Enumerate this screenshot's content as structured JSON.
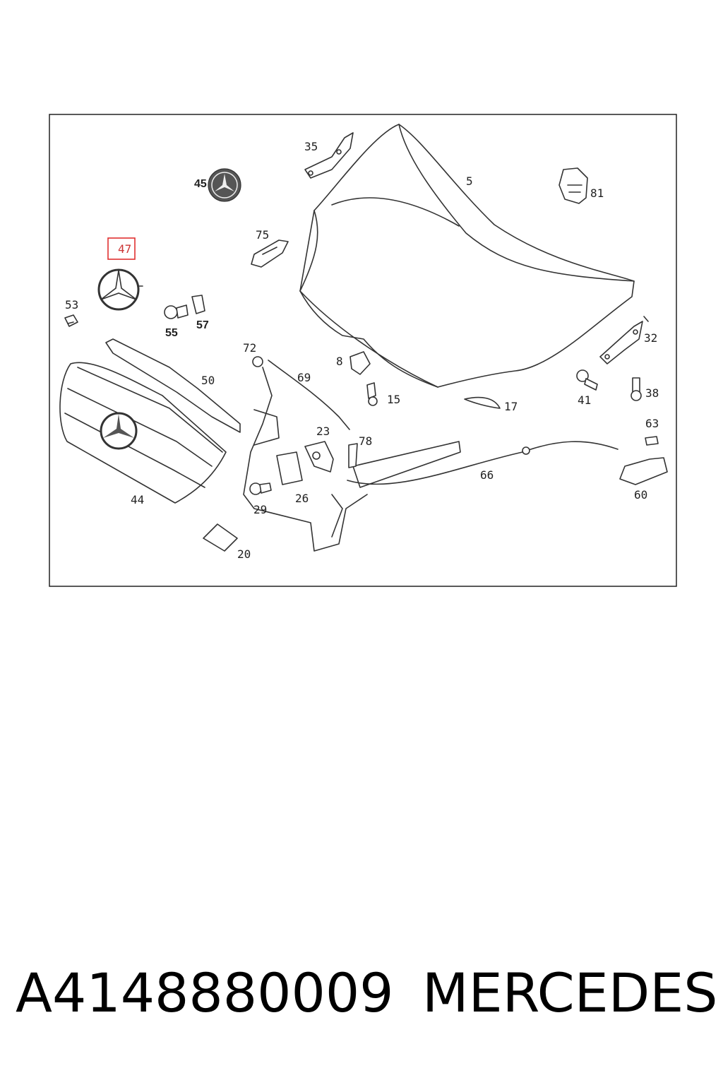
{
  "callouts": {
    "c5": "5",
    "c8": "8",
    "c15": "15",
    "c17": "17",
    "c20": "20",
    "c23": "23",
    "c26": "26",
    "c29": "29",
    "c32": "32",
    "c35": "35",
    "c38": "38",
    "c41": "41",
    "c44": "44",
    "c45": "45",
    "c47": "47",
    "c50": "50",
    "c53": "53",
    "c55": "55",
    "c57": "57",
    "c60": "60",
    "c63": "63",
    "c66": "66",
    "c69": "69",
    "c72": "72",
    "c75": "75",
    "c78": "78",
    "c81": "81"
  },
  "highlight": {
    "callout": "47",
    "color": "#e03030"
  },
  "footer": {
    "part_number": "A4148880009",
    "brand": "MERCEDES"
  }
}
